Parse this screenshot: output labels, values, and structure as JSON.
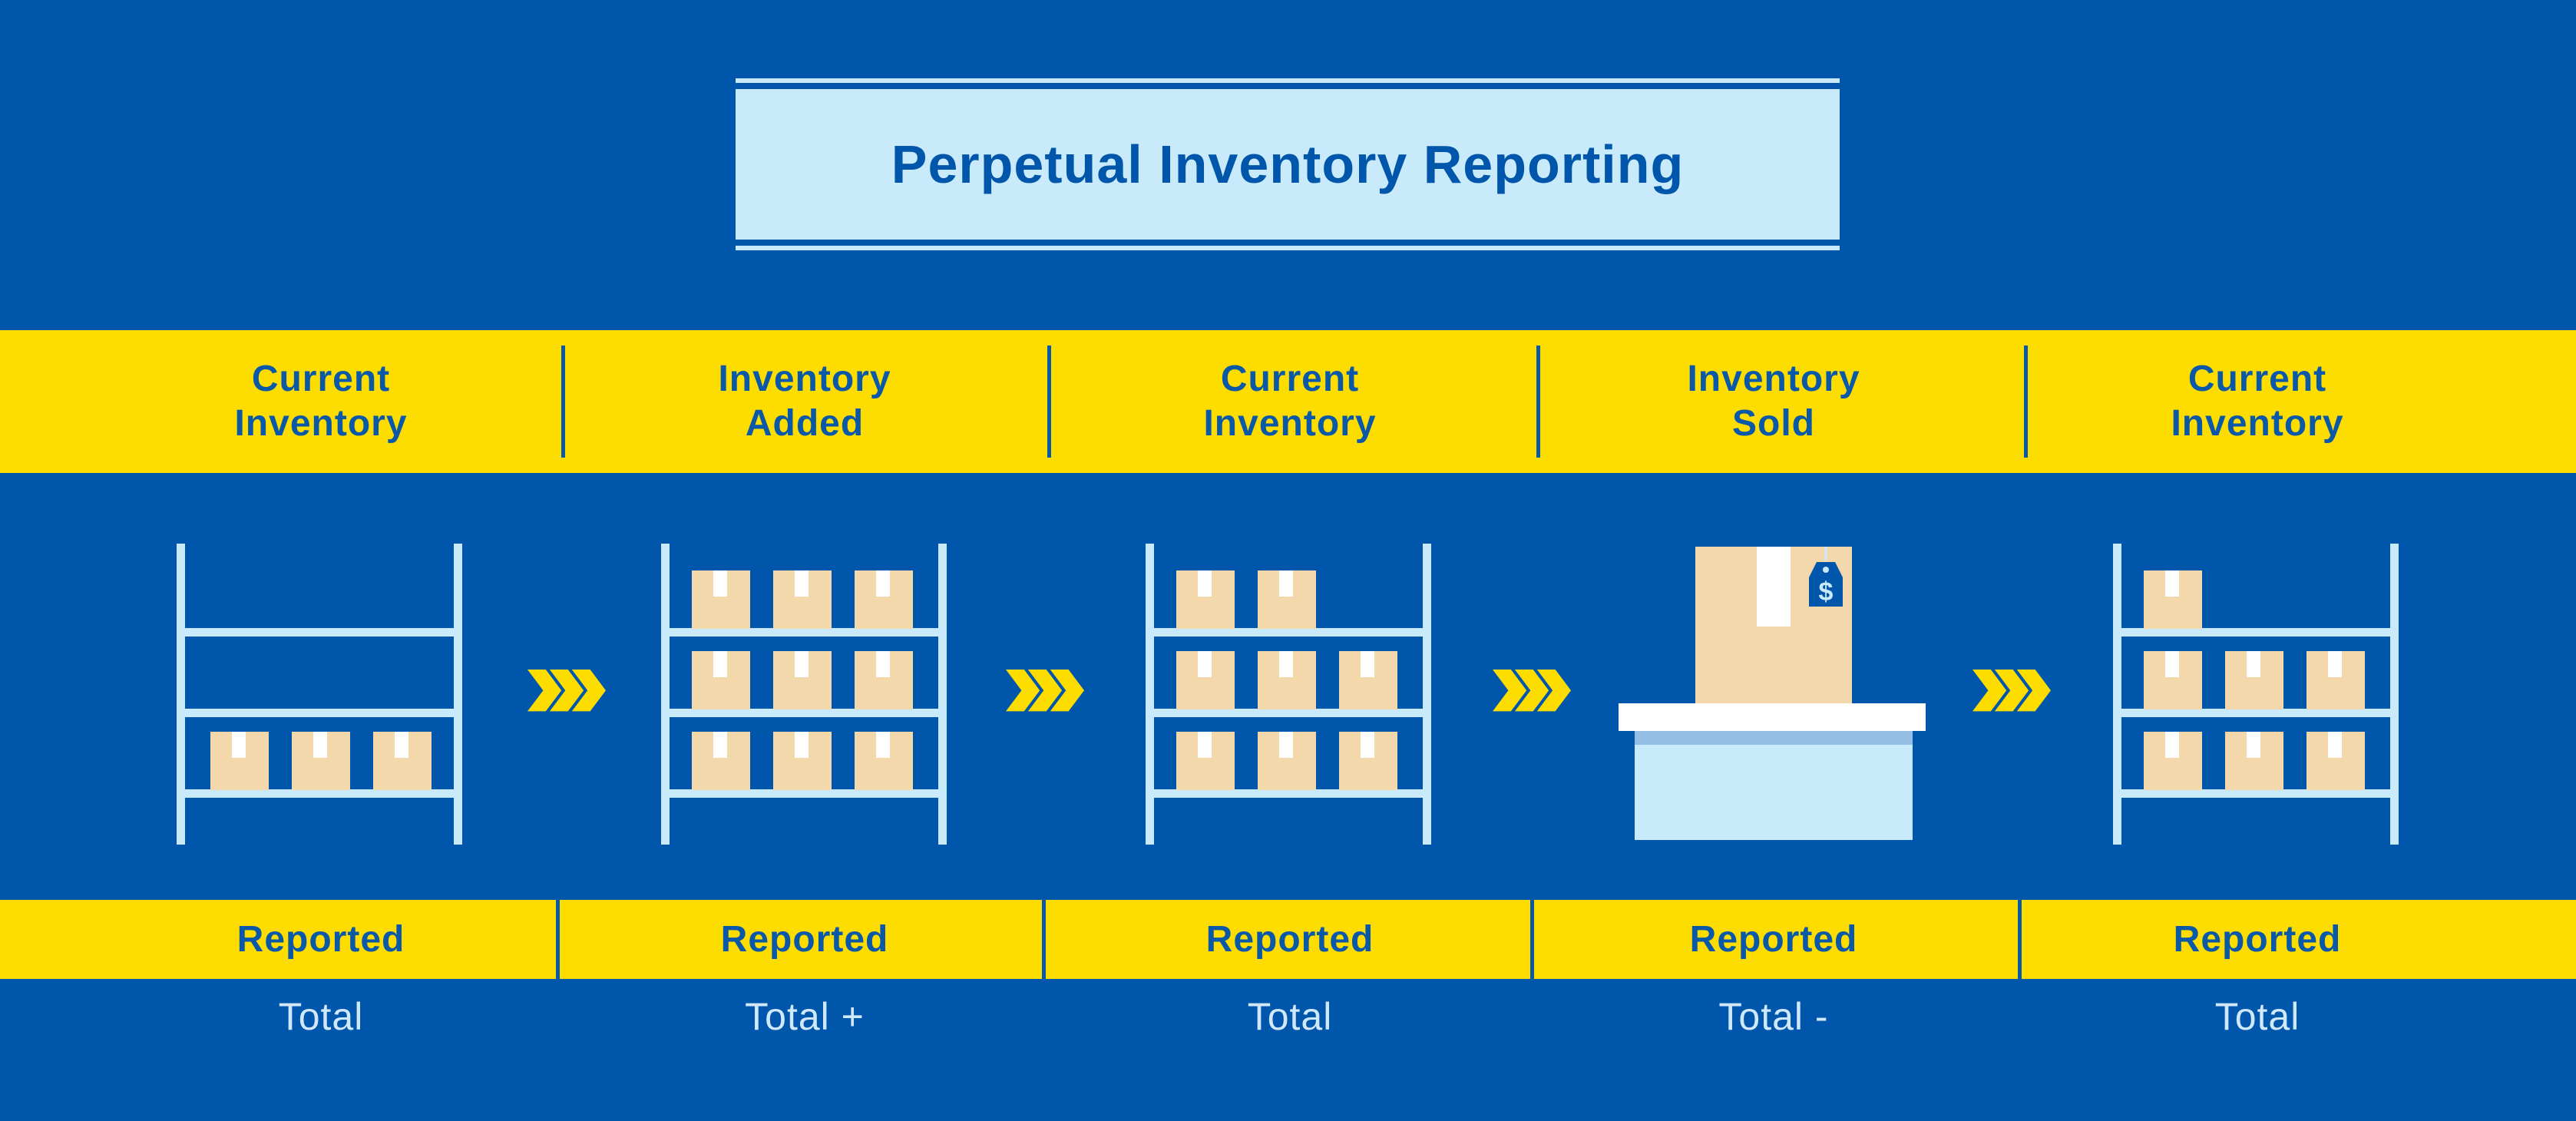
{
  "title": "Perpetual Inventory Reporting",
  "steps": [
    {
      "header_line1": "Current",
      "header_line2": "Inventory",
      "reported": "Reported",
      "total": "Total",
      "boxes_per_shelf": [
        0,
        0,
        3
      ]
    },
    {
      "header_line1": "Inventory",
      "header_line2": "Added",
      "reported": "Reported",
      "total": "Total +",
      "boxes_per_shelf": [
        3,
        3,
        3
      ]
    },
    {
      "header_line1": "Current",
      "header_line2": "Inventory",
      "reported": "Reported",
      "total": "Total",
      "boxes_per_shelf": [
        2,
        3,
        3
      ]
    },
    {
      "header_line1": "Inventory",
      "header_line2": "Sold",
      "reported": "Reported",
      "total": "Total -",
      "price_tag": "$"
    },
    {
      "header_line1": "Current",
      "header_line2": "Inventory",
      "reported": "Reported",
      "total": "Total",
      "boxes_per_shelf": [
        1,
        3,
        3
      ]
    }
  ],
  "colors": {
    "background": "#0056ab",
    "band": "#fddc00",
    "light_blue": "#c9eafb",
    "box": "#f3d8ab",
    "arrow": "#fddc00"
  },
  "icons": [
    "shelf-icon",
    "chevron-arrow-icon",
    "checkout-counter-icon",
    "price-tag-icon"
  ]
}
